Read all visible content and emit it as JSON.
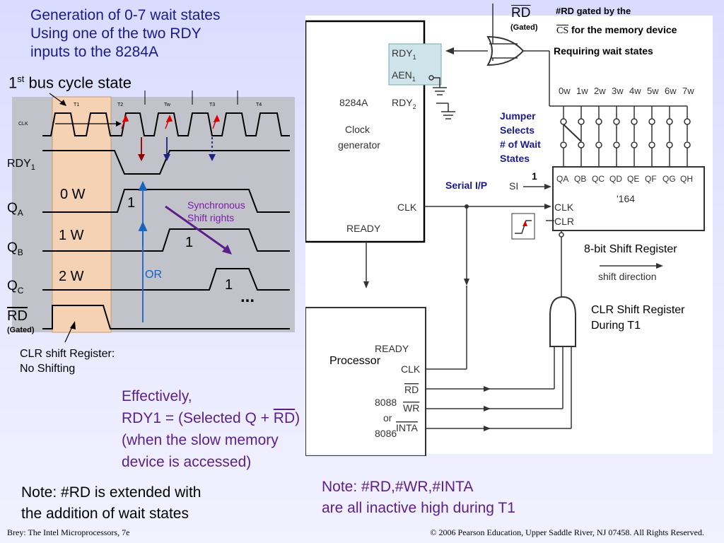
{
  "title": {
    "line1": "Generation of 0-7 wait states",
    "line2": "Using one of the two RDY",
    "line3": "inputs to the 8284A"
  },
  "timing": {
    "first_state_label": "1",
    "first_state_sup": "st",
    "first_state_rest": " bus cycle state",
    "clk": "CLK",
    "t_states": [
      "T1",
      "T2",
      "Tw",
      "T3",
      "T4"
    ],
    "rdy1": "RDY",
    "rdy1_sub": "1",
    "qa": "Q",
    "qa_sub": "A",
    "qb": "Q",
    "qb_sub": "B",
    "qc": "Q",
    "qc_sub": "C",
    "rd": "RD",
    "rd_gated": "(Gated)",
    "w0": "0 W",
    "w1": "1 W",
    "w2": "2 W",
    "one_a": "1",
    "one_b": "1",
    "one_c": "1",
    "dots": "...",
    "sync_1": "Synchronous",
    "sync_2": "Shift rights",
    "or": "OR",
    "clr_1": "CLR shift Register:",
    "clr_2": "No Shifting"
  },
  "effectively": {
    "l1": "Effectively,",
    "l2a": "RDY1 = (Selected Q + ",
    "l2b": "RD",
    "l2c": ")",
    "l3": "(when the slow memory",
    "l4": "device is accessed)"
  },
  "note_left": {
    "l1": "Note: #RD is extended with",
    "l2": "the addition of wait states"
  },
  "note_right": {
    "l1": "Note: #RD,#WR,#INTA",
    "l2": "are all inactive high during T1"
  },
  "schematic": {
    "rd": "RD",
    "rd_gated": "(Gated)",
    "rd_gated_by": "#RD gated by the",
    "cs": "CS",
    "cs_rest": " for the memory device",
    "requiring": "Requiring wait states",
    "rdy1": "RDY",
    "rdy1_sub": "1",
    "aen1": "AEN",
    "aen1_sub": "1",
    "rdy2": "RDY",
    "rdy2_sub": "2",
    "chip_8284": "8284A",
    "clock_gen_1": "Clock",
    "clock_gen_2": "generator",
    "clk_out": "CLK",
    "ready_out": "READY",
    "wait_labels": [
      "0w",
      "1w",
      "2w",
      "3w",
      "4w",
      "5w",
      "6w",
      "7w"
    ],
    "jumper_1": "Jumper",
    "jumper_2": "Selects",
    "jumper_3": "# of Wait",
    "jumper_4": "States",
    "serial": "Serial I/P",
    "si": "SI",
    "one": "1",
    "q_outputs": [
      "QA",
      "QB",
      "QC",
      "QD",
      "QE",
      "QF",
      "QG",
      "QH"
    ],
    "chip_164": "'164",
    "sr_clk": "CLK",
    "sr_clr": "CLR",
    "eight_bit": "8-bit Shift Register",
    "shift_dir": "shift direction",
    "clr_sr_1": "CLR Shift Register",
    "clr_sr_2": "During T1",
    "proc_ready": "READY",
    "proc_clk": "CLK",
    "processor": "Processor",
    "cpu_1": "8088",
    "cpu_2": "or",
    "cpu_3": "8086",
    "pin_rd": "RD",
    "pin_wr": "WR",
    "pin_inta": "INTA"
  },
  "footer": {
    "left": "Brey: The Intel Microprocessors, 7e",
    "right": "© 2006 Pearson Education, Upper Saddle River, NJ 07458. All Rights Reserved."
  }
}
